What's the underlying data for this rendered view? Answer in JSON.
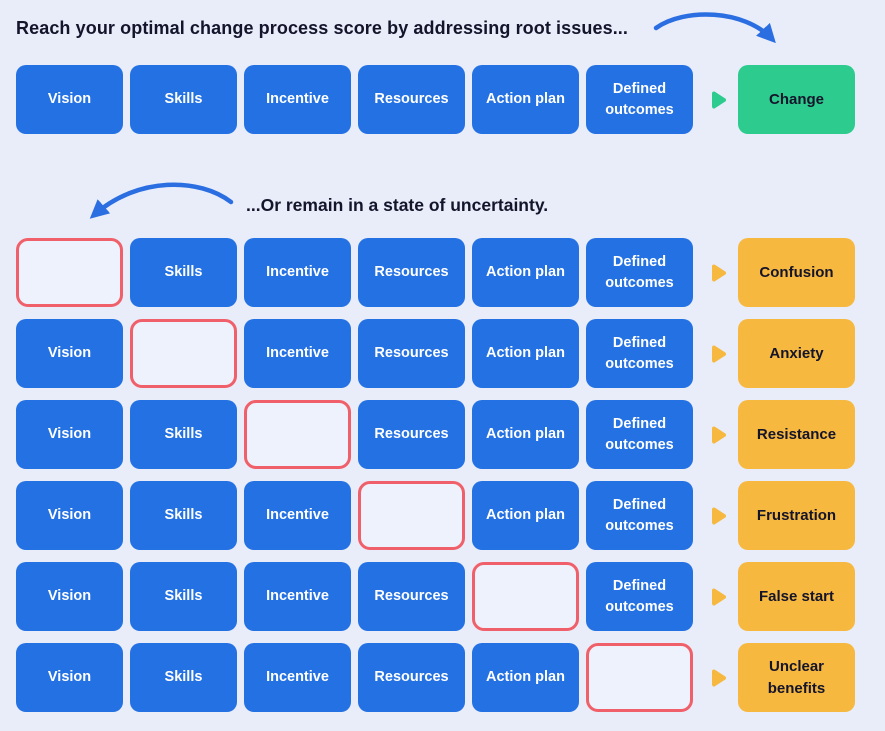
{
  "diagram": {
    "success_title": "Reach your optimal change process score by addressing root issues...",
    "failure_title": "...Or remain in a state of uncertainty.",
    "components": [
      "Vision",
      "Skills",
      "Incentive",
      "Resources",
      "Action plan",
      "Defined outcomes"
    ],
    "success_outcome": "Change",
    "failure_rows": [
      {
        "missing_component": "Vision",
        "outcome": "Confusion"
      },
      {
        "missing_component": "Skills",
        "outcome": "Anxiety"
      },
      {
        "missing_component": "Incentive",
        "outcome": "Resistance"
      },
      {
        "missing_component": "Resources",
        "outcome": "Frustration"
      },
      {
        "missing_component": "Action plan",
        "outcome": "False start"
      },
      {
        "missing_component": "Defined outcomes",
        "outcome": "Unclear benefits"
      }
    ],
    "icons": {
      "top_arrow": "curved-arrow-down-right-icon",
      "mid_arrow": "curved-arrow-down-left-icon",
      "chevron": "chevron-right-icon"
    },
    "colors": {
      "background": "#e8edf9",
      "component_blue": "#2371e3",
      "success_green": "#2dcc8e",
      "failure_yellow": "#f6b83f",
      "missing_red_border": "#f0606a",
      "missing_fill": "#edf2fc",
      "arrow_blue": "#2b6ee1",
      "title_text": "#14142b"
    }
  }
}
